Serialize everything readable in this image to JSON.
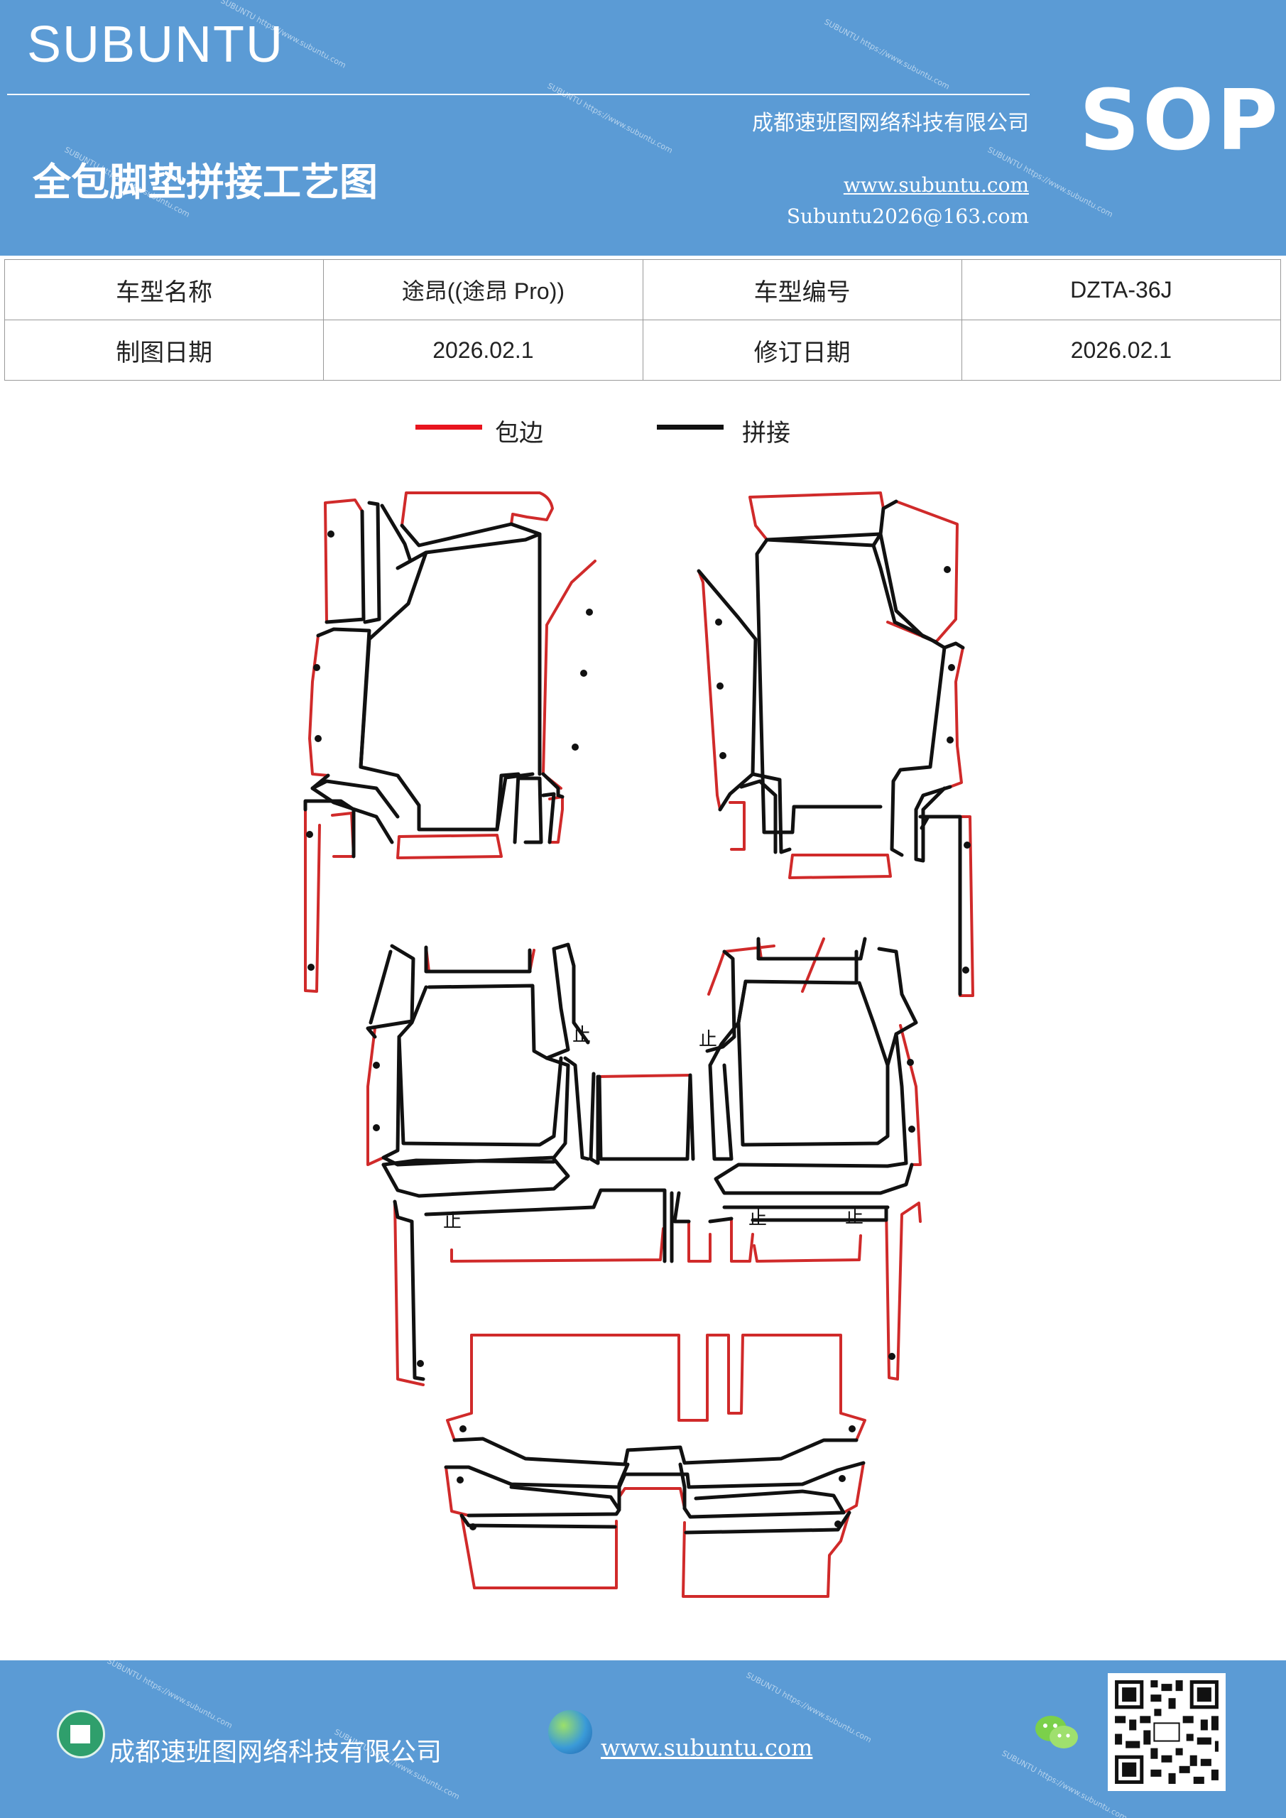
{
  "header": {
    "brand": "SUBUNTU",
    "company": "成都速班图网络科技有限公司",
    "title": "全包脚垫拼接工艺图",
    "website": "www.subuntu.com",
    "email": "Subuntu2026@163.com",
    "badge": "SOP"
  },
  "info_table": {
    "rows": [
      {
        "label1": "车型名称",
        "value1": "途昂((途昂 Pro))",
        "label2": "车型编号",
        "value2": "DZTA-36J"
      },
      {
        "label1": "制图日期",
        "value1": "2026.02.1",
        "label2": "修订日期",
        "value2": "2026.02.1"
      }
    ]
  },
  "legend": {
    "items": [
      {
        "label": "包边",
        "color": "#e8141e"
      },
      {
        "label": "拼接",
        "color": "#111111"
      }
    ]
  },
  "diagram": {
    "edge_color": "#d02a2a",
    "seam_color": "#111111",
    "marker_label": "止"
  },
  "footer": {
    "company": "成都速班图网络科技有限公司",
    "website": "www.subuntu.com",
    "icons": [
      "building-icon",
      "globe-icon",
      "wechat-icon",
      "qr-code"
    ]
  }
}
